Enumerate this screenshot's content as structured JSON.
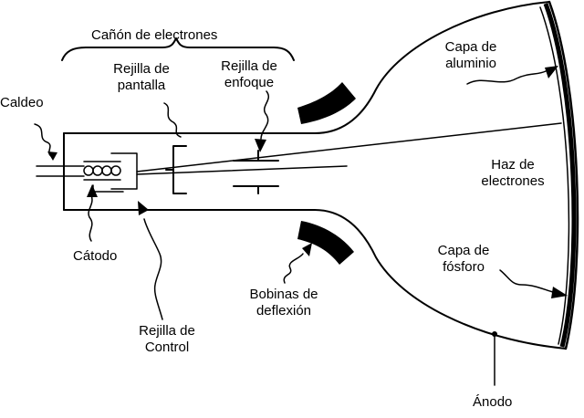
{
  "labels": {
    "canon": "Cañón de electrones",
    "rejilla_pantalla_1": "Rejilla de",
    "rejilla_pantalla_2": "pantalla",
    "rejilla_enfoque_1": "Rejilla de",
    "rejilla_enfoque_2": "enfoque",
    "caldeo": "Caldeo",
    "catodo": "Cátodo",
    "rejilla_control_1": "Rejilla de",
    "rejilla_control_2": "Control",
    "bobinas_1": "Bobinas de",
    "bobinas_2": "deflexión",
    "aluminio_1": "Capa de",
    "aluminio_2": "aluminio",
    "haz_1": "Haz de",
    "haz_2": "electrones",
    "fosforo_1": "Capa de",
    "fosforo_2": "fósforo",
    "anodo": "Ánodo"
  },
  "colors": {
    "ink": "#000000",
    "background": "#ffffff"
  }
}
